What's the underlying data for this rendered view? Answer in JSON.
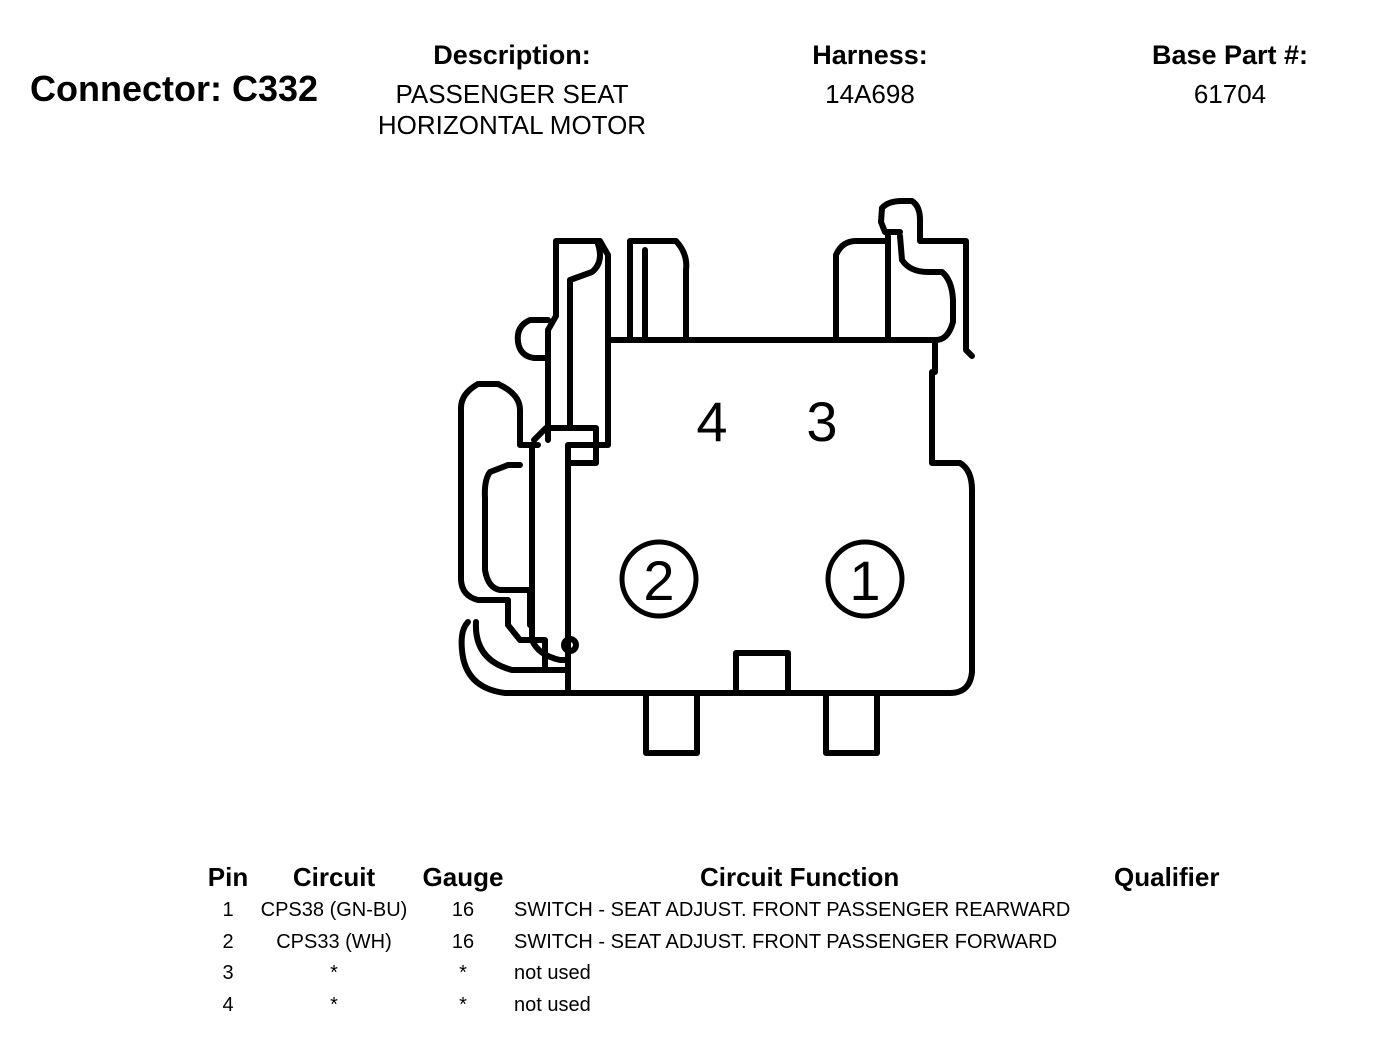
{
  "connector": {
    "label": "Connector: C332"
  },
  "description": {
    "label": "Description:",
    "line1": "PASSENGER SEAT",
    "line2": "HORIZONTAL MOTOR"
  },
  "harness": {
    "label": "Harness:",
    "value": "14A698"
  },
  "base_part": {
    "label": "Base Part #:",
    "value": "61704"
  },
  "diagram": {
    "pin_labels": [
      "1",
      "2",
      "3",
      "4"
    ]
  },
  "table": {
    "headers": {
      "pin": "Pin",
      "circuit": "Circuit",
      "gauge": "Gauge",
      "function": "Circuit Function",
      "qualifier": "Qualifier"
    },
    "rows": [
      {
        "pin": "1",
        "circuit": "CPS38 (GN-BU)",
        "gauge": "16",
        "function": "SWITCH - SEAT ADJUST. FRONT PASSENGER REARWARD",
        "qualifier": ""
      },
      {
        "pin": "2",
        "circuit": "CPS33 (WH)",
        "gauge": "16",
        "function": "SWITCH - SEAT ADJUST. FRONT PASSENGER FORWARD",
        "qualifier": ""
      },
      {
        "pin": "3",
        "circuit": "*",
        "gauge": "*",
        "function": "not used",
        "qualifier": ""
      },
      {
        "pin": "4",
        "circuit": "*",
        "gauge": "*",
        "function": "not used",
        "qualifier": ""
      }
    ]
  }
}
